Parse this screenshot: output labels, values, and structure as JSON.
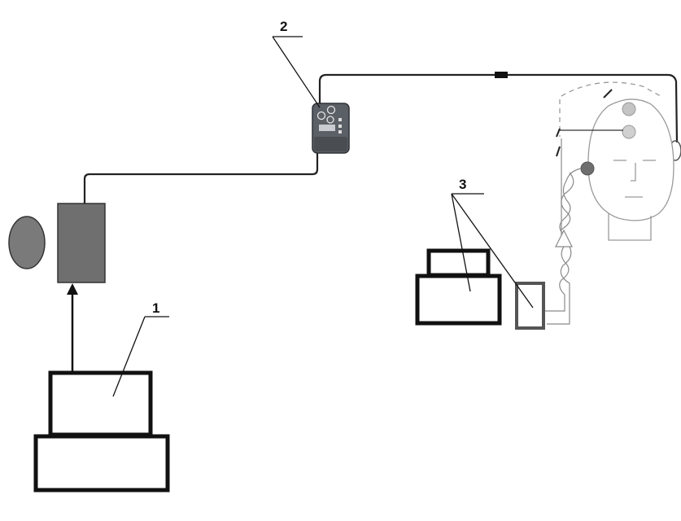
{
  "labels": {
    "one": "1",
    "two": "2",
    "three": "3"
  },
  "colors": {
    "outline": "#111111",
    "cable": "#222222",
    "module_fill": "#6f6f6f",
    "ellipse_fill": "#7a7a7a",
    "stimulator_fill": "#5b5f66",
    "amp_box_outline": "#555555",
    "head_outline": "#9a9a9a",
    "electrode_light": "#c4c4c4",
    "electrode_dark": "#6e6e6e"
  }
}
